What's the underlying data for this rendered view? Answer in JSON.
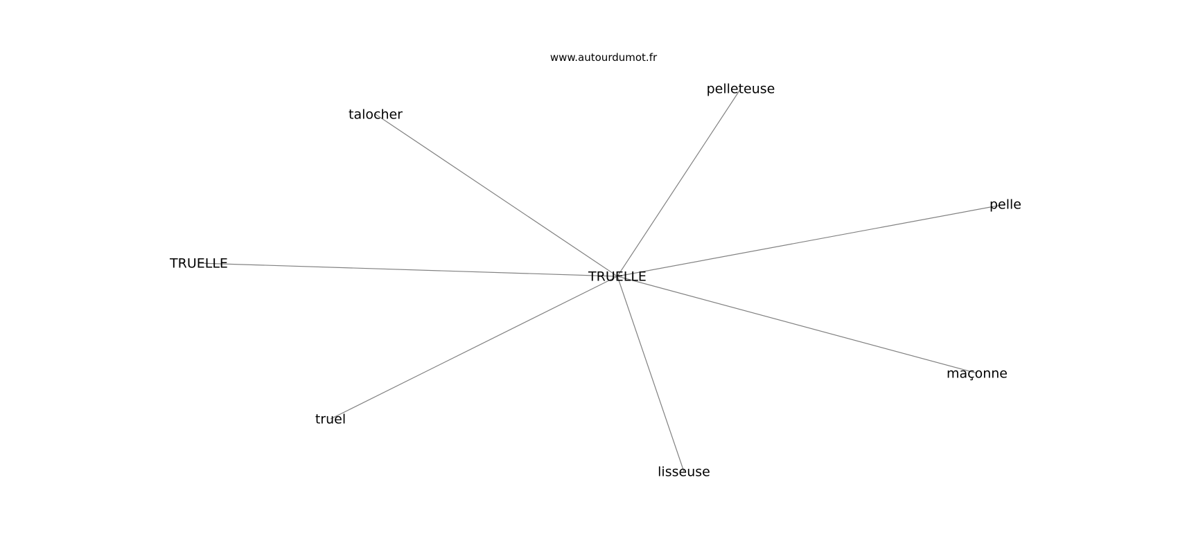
{
  "watermark": "www.autourdumot.fr",
  "edge_color": "#808080",
  "center": {
    "label": "TRUELLE"
  },
  "nodes": [
    {
      "label": "pelleteuse"
    },
    {
      "label": "talocher"
    },
    {
      "label": "pelle"
    },
    {
      "label": "TRUELLE"
    },
    {
      "label": "maçonne"
    },
    {
      "label": "truel"
    },
    {
      "label": "lisseuse"
    }
  ]
}
